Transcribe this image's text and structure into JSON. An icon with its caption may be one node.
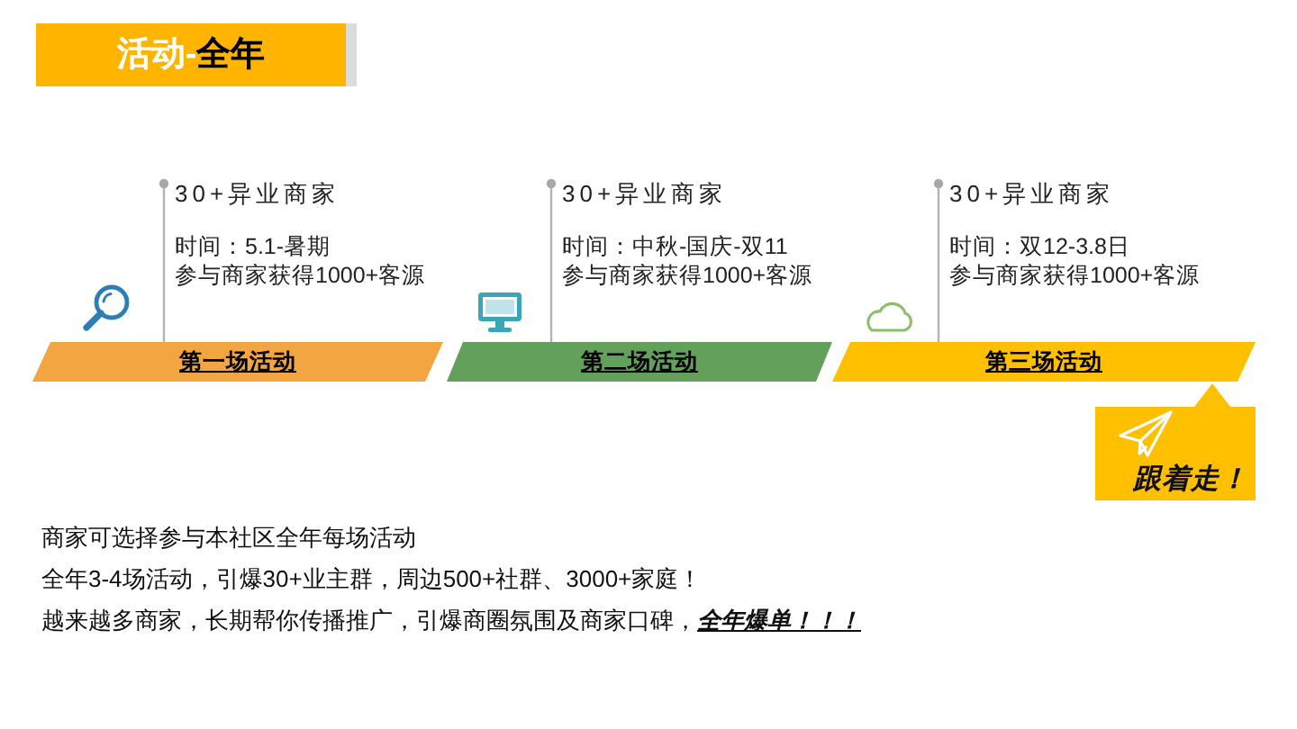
{
  "diagram": {
    "title": "活动-**全年**",
    "nodes": [
      {
        "text": [
          "30+异业商家",
          "时间：5.1-暑期",
          "参与商家获得1000+客源"
        ]
      },
      {
        "text": [
          "30+异业商家",
          "时间：中秋-国庆-双11",
          "参与商家获得1000+客源"
        ]
      },
      {
        "text": [
          "30+异业商家",
          "时间：双12-3.8日",
          "参与商家获得1000+客源"
        ]
      },
      {
        "text": [
          "第一场活动"
        ]
      },
      {
        "text": [
          "第二场活动"
        ]
      },
      {
        "text": [
          "第三场活动"
        ]
      },
      {
        "text": [
          "跟着走！"
        ]
      }
    ],
    "edges": [
      {
        "from": 0,
        "to": 3,
        "arrow": "other"
      },
      {
        "from": 1,
        "to": 4,
        "arrow": "other"
      },
      {
        "from": 2,
        "to": 5,
        "arrow": "other"
      }
    ],
    "labels": [
      "商家可选择参与本社区全年每场活动",
      "全年3-4场活动，引爆30+业主群，周边500+社群、3000+家庭！",
      "越来越多商家，长期帮你传播推广，引爆商圈氛围及商家口碑，**全年爆单！！！**"
    ]
  }
}
